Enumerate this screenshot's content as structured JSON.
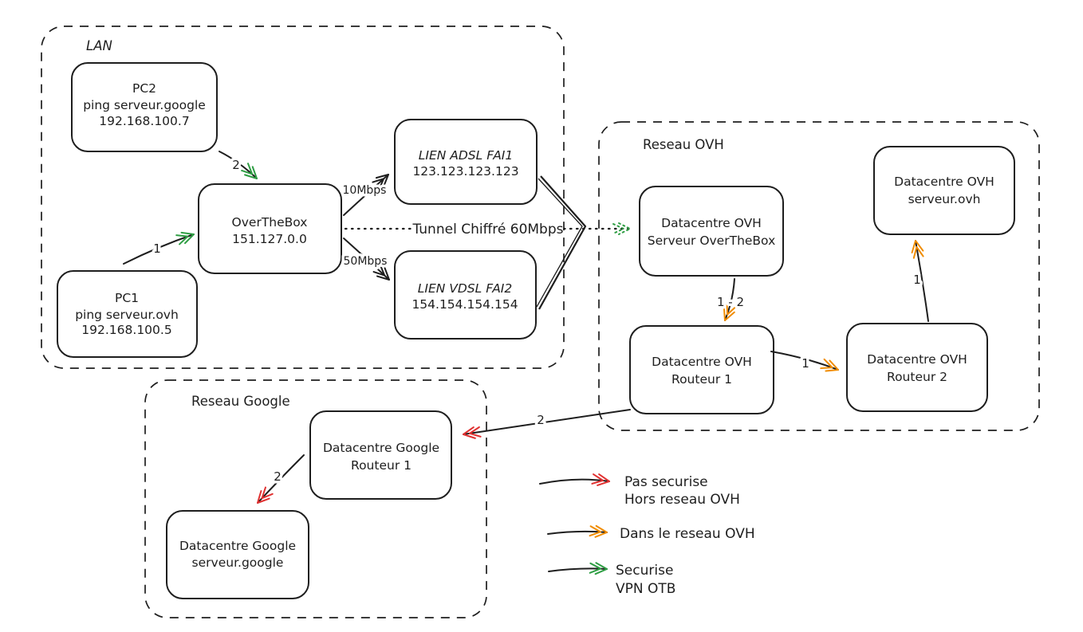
{
  "colors": {
    "ink": "#1e1e1e",
    "red": "#e03131",
    "green": "#2f9e44",
    "orange": "#f08c00",
    "blue": "#1971c2",
    "background": "#ffffff"
  },
  "containers": {
    "lan": {
      "label": "LAN"
    },
    "ovh": {
      "label": "Reseau OVH"
    },
    "google": {
      "label": "Reseau Google"
    }
  },
  "nodes": {
    "pc2": {
      "lines": [
        "PC2",
        "ping serveur.google",
        "192.168.100.7"
      ]
    },
    "pc1": {
      "lines": [
        "PC1",
        "ping serveur.ovh",
        "192.168.100.5"
      ]
    },
    "overthebox": {
      "lines": [
        "OverTheBox",
        "151.127.0.0"
      ]
    },
    "adsl": {
      "lines": [
        "LIEN ADSL FAI1",
        "123.123.123.123"
      ]
    },
    "vdsl": {
      "lines": [
        "LIEN VDSL FAI2",
        "154.154.154.154"
      ]
    },
    "ovh_serveur_otb": {
      "lines": [
        "Datacentre OVH",
        "Serveur OverTheBox"
      ]
    },
    "ovh_serveur_ovh": {
      "lines": [
        "Datacentre OVH",
        "serveur.ovh"
      ]
    },
    "ovh_routeur_1": {
      "lines": [
        "Datacentre OVH",
        "Routeur 1"
      ]
    },
    "ovh_routeur_2": {
      "lines": [
        "Datacentre OVH",
        "Routeur 2"
      ]
    },
    "google_routeur_1": {
      "lines": [
        "Datacentre Google",
        "Routeur 1"
      ]
    },
    "google_serveur": {
      "lines": [
        "Datacentre Google",
        "serveur.google"
      ]
    }
  },
  "edges": {
    "pc2_to_otb": {
      "label": "2"
    },
    "pc1_to_otb": {
      "label": "1"
    },
    "otb_to_adsl": {
      "label": "10Mbps"
    },
    "otb_to_vdsl": {
      "label": "50Mbps"
    },
    "tunnel": {
      "label": "Tunnel Chiffré 60Mbps"
    },
    "serveurotb_to_routeur1": {
      "label": "1 - 2"
    },
    "routeur1_to_routeur2": {
      "label": "1"
    },
    "routeur2_to_serveurovh": {
      "label": "1"
    },
    "ovhrouteur1_to_googlerouteur1": {
      "label": "2"
    },
    "googlerouteur1_to_serveurgoogle": {
      "label": "2"
    }
  },
  "legend": {
    "unsecured": {
      "lines": [
        "Pas securise",
        "Hors reseau OVH"
      ]
    },
    "inside_ovh": {
      "lines": [
        "Dans le reseau OVH"
      ]
    },
    "secured": {
      "lines": [
        "Securise",
        "VPN OTB"
      ]
    }
  }
}
